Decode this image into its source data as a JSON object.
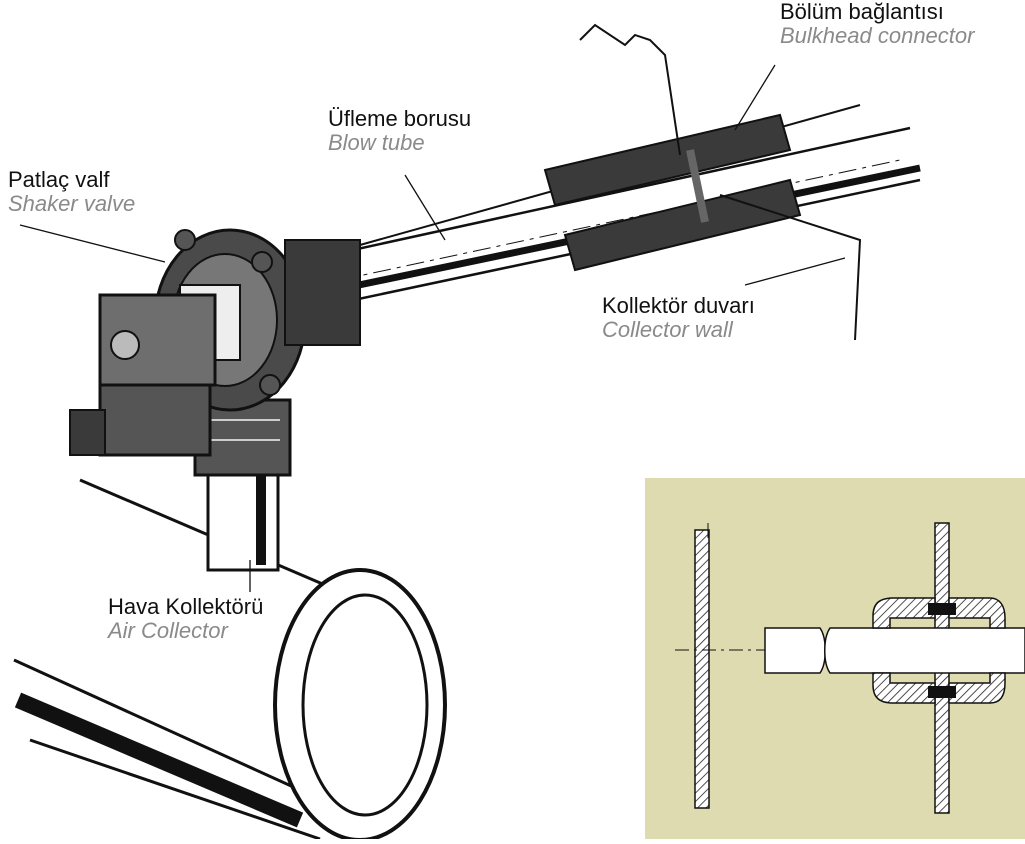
{
  "labels": {
    "bulkhead": {
      "tr": "Bölüm bağlantısı",
      "en": "Bulkhead connector"
    },
    "blow_tube": {
      "tr": "Üfleme  borusu",
      "en": "Blow tube"
    },
    "shaker_valve": {
      "tr": "Patlaç valf",
      "en": "Shaker valve"
    },
    "collector_wall": {
      "tr": "Kollektör duvarı",
      "en": "Collector wall"
    },
    "air_collector": {
      "tr": "Hava Kollektörü",
      "en": "Air Collector"
    }
  },
  "colors": {
    "ink": "#111111",
    "translation": "#8a8a8a",
    "inset_bg": "#dedbb0",
    "solenoid": "#6e6e6e"
  }
}
